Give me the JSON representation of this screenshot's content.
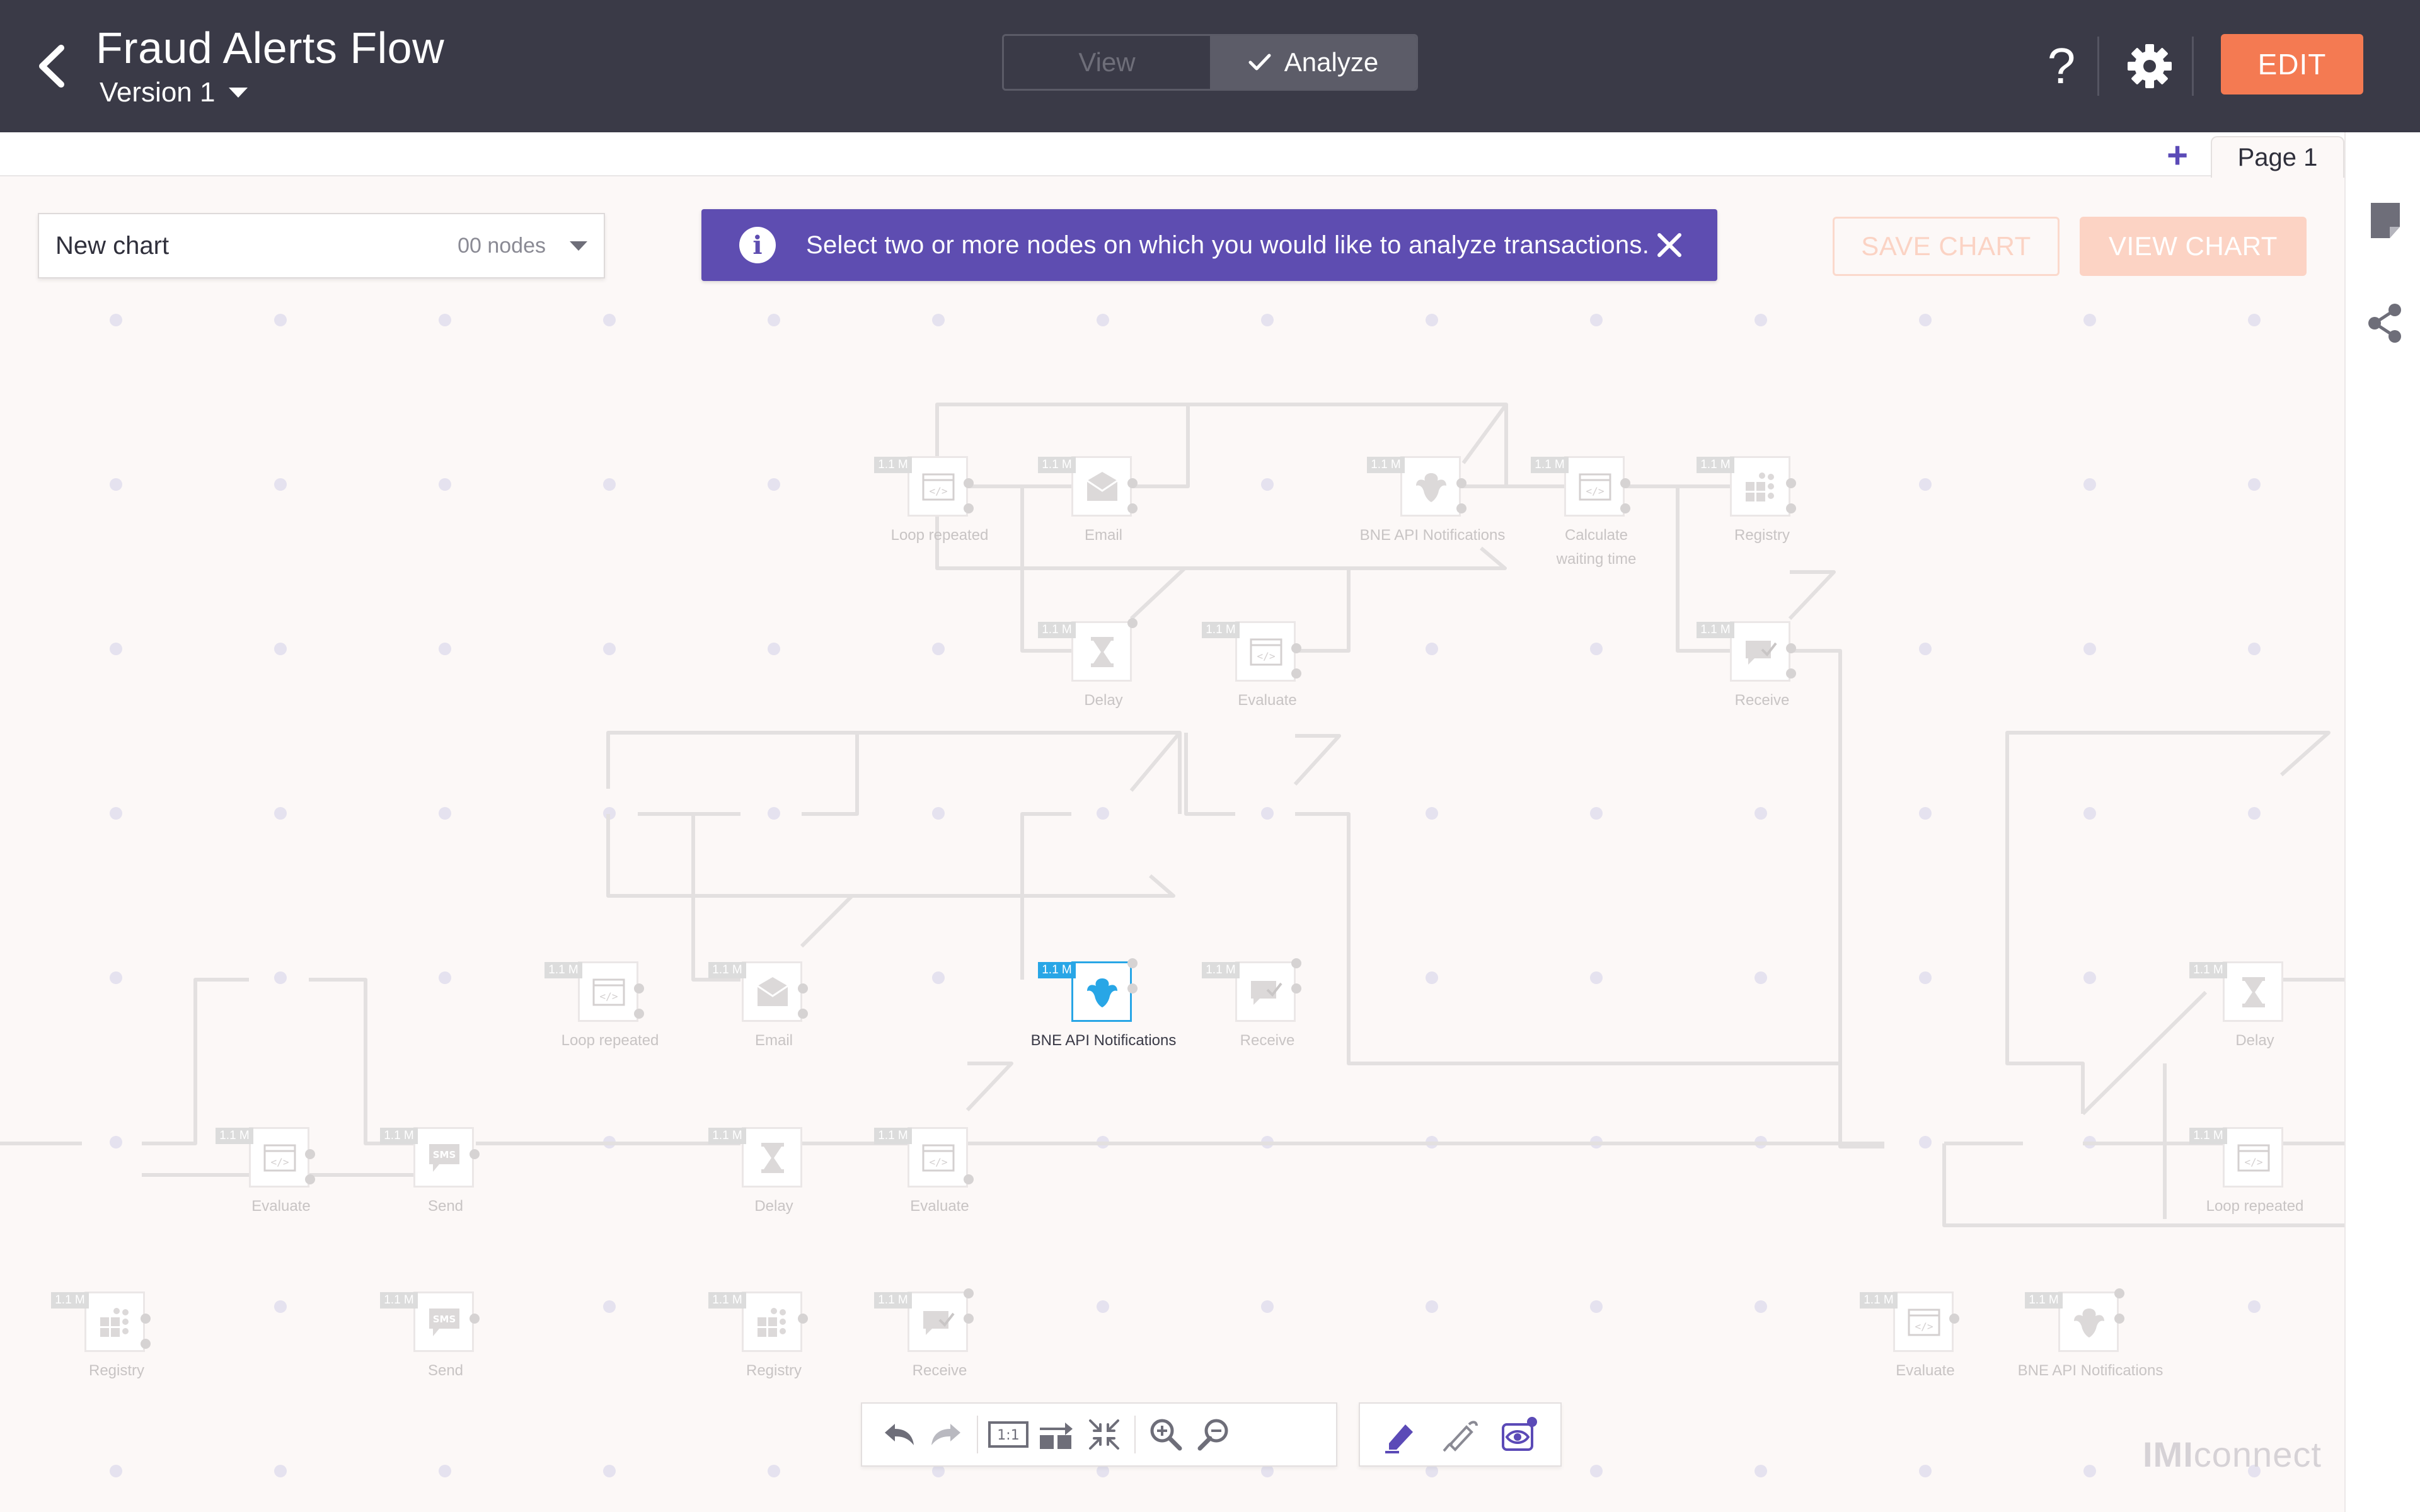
{
  "header": {
    "title": "Fraud Alerts Flow",
    "version": "Version 1",
    "mode_view": "View",
    "mode_analyze": "Analyze",
    "help": "?",
    "edit": "EDIT"
  },
  "pages": {
    "add": "+",
    "current": "Page 1"
  },
  "chart_selector": {
    "name": "New chart",
    "count": "00 nodes"
  },
  "banner": {
    "message": "Select two or more nodes on which you would like to analyze transactions."
  },
  "actions": {
    "save_chart": "SAVE CHART",
    "view_chart": "VIEW CHART"
  },
  "toolbar": {
    "fit": "1:1"
  },
  "logo": {
    "prefix": "IMI",
    "suffix": "connect"
  },
  "colors": {
    "header_bg": "#3a3a47",
    "accent_orange": "#f47a52",
    "banner_purple": "#5e4db1",
    "selected_blue": "#28a6e6"
  },
  "nodes": [
    {
      "id": "n1",
      "type": "code",
      "badge": "1.1 M",
      "label": "Loop repeated"
    },
    {
      "id": "n2",
      "type": "email",
      "badge": "1.1 M",
      "label": "Email"
    },
    {
      "id": "n3",
      "type": "bank",
      "badge": "1.1 M",
      "label": "BNE API Notifications"
    },
    {
      "id": "n4",
      "type": "code",
      "badge": "1.1 M",
      "label": "Calculate waiting time"
    },
    {
      "id": "n5",
      "type": "registry",
      "badge": "1.1 M",
      "label": "Registry"
    },
    {
      "id": "n6",
      "type": "delay",
      "badge": "1.1 M",
      "label": "Delay"
    },
    {
      "id": "n7",
      "type": "code",
      "badge": "1.1 M",
      "label": "Evaluate"
    },
    {
      "id": "n8",
      "type": "receive",
      "badge": "1.1 M",
      "label": "Receive"
    },
    {
      "id": "n9",
      "type": "code",
      "badge": "1.1 M",
      "label": "Loop repeated"
    },
    {
      "id": "n10",
      "type": "email",
      "badge": "1.1 M",
      "label": "Email"
    },
    {
      "id": "n11",
      "type": "bank",
      "badge": "1.1 M",
      "label": "BNE API Notifications",
      "selected": true
    },
    {
      "id": "n12",
      "type": "receive",
      "badge": "1.1 M",
      "label": "Receive"
    },
    {
      "id": "n13",
      "type": "delay",
      "badge": "1.1 M",
      "label": "Delay"
    },
    {
      "id": "n14",
      "type": "code",
      "badge": "1.1 M",
      "label": "Evaluate"
    },
    {
      "id": "n15",
      "type": "sms",
      "badge": "1.1 M",
      "label": "Send"
    },
    {
      "id": "n16",
      "type": "delay",
      "badge": "1.1 M",
      "label": "Delay"
    },
    {
      "id": "n17",
      "type": "code",
      "badge": "1.1 M",
      "label": "Evaluate"
    },
    {
      "id": "n18",
      "type": "code",
      "badge": "1.1 M",
      "label": "Loop repeated"
    },
    {
      "id": "n19",
      "type": "registry",
      "badge": "1.1 M",
      "label": "Registry"
    },
    {
      "id": "n20",
      "type": "sms",
      "badge": "1.1 M",
      "label": "Send"
    },
    {
      "id": "n21",
      "type": "registry",
      "badge": "1.1 M",
      "label": "Registry"
    },
    {
      "id": "n22",
      "type": "receive",
      "badge": "1.1 M",
      "label": "Receive"
    },
    {
      "id": "n23",
      "type": "code",
      "badge": "1.1 M",
      "label": "Evaluate"
    },
    {
      "id": "n24",
      "type": "bank",
      "badge": "1.1 M",
      "label": "BNE API Notifications"
    }
  ]
}
